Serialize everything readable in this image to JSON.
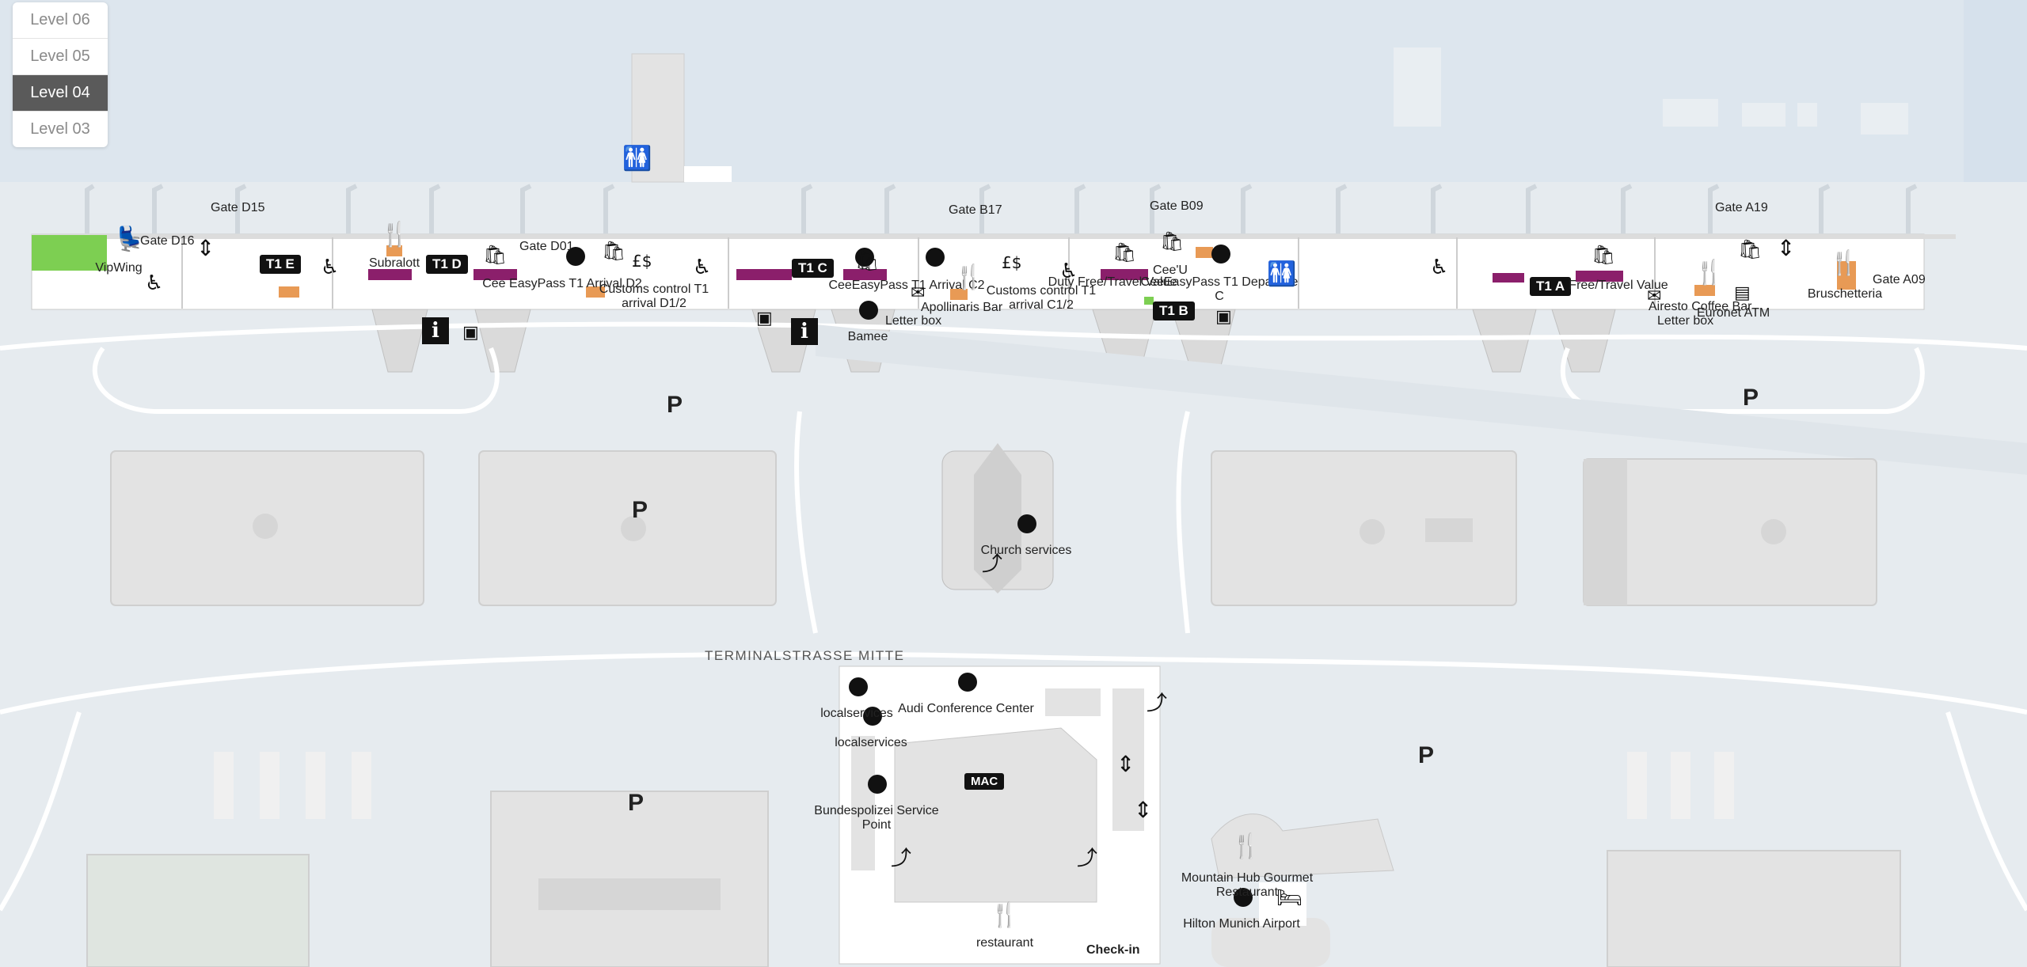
{
  "levels": [
    {
      "label": "Level 06",
      "active": false
    },
    {
      "label": "Level 05",
      "active": false
    },
    {
      "label": "Level 04",
      "active": true
    },
    {
      "label": "Level 03",
      "active": false
    }
  ],
  "gates": [
    "Gate D15",
    "Gate D16",
    "Gate D01",
    "Gate B17",
    "Gate B09",
    "Gate A19",
    "Gate A09"
  ],
  "terminals": [
    "T1 E",
    "T1 D",
    "T1 C",
    "T1 B",
    "T1 A"
  ],
  "street": "TERMINALSTRASSE MITTE",
  "parking_symbol": "P",
  "places": {
    "vipwing": "VipWing",
    "subralott": "Subralott",
    "cee_easypass_arrival_d2": "Cee EasyPass T1 Arrival D2",
    "customs_d12": "Customs control T1 arrival D1/2",
    "cee_easypass_arrival_c2": "CeeEasyPass T1 Arrival C2",
    "letter_box": "Letter box",
    "bamee": "Bamee",
    "apollinaris": "Apollinaris Bar",
    "customs_c12": "Customs control T1 arrival C1/2",
    "duty_free_1": "Duty Free/Travel Value",
    "cee_u": "Cee'U",
    "cee_easypass_departure_c": "CeeEasyPass T1 Departure C",
    "duty_free_2": "Free/Travel Value",
    "airesto": "Airesto Coffee Bar",
    "euronet": "Euronet ATM",
    "bruschetteria": "Bruschetteria",
    "church": "Church services",
    "localservices": "localservices",
    "audi": "Audi Conference Center",
    "bundespolizei": "Bundespolizei Service Point",
    "mac": "MAC",
    "restaurant": "restaurant",
    "checkin": "Check-in",
    "mountain_hub": "Mountain Hub Gourmet Restaurant",
    "hilton": "Hilton Munich Airport"
  },
  "icons": {
    "restroom": "restroom-icon",
    "restaurant": "restaurant-icon",
    "shopping": "shopping-bag-icon",
    "currency": "currency-exchange-icon",
    "wheelchair": "wheelchair-icon",
    "info": "information-icon",
    "letter": "letter-icon",
    "escalator": "escalator-icon",
    "elevator": "elevator-icon",
    "lounge": "lounge-icon",
    "departure": "departure-board-icon",
    "atm": "atm-icon",
    "hotel": "hotel-icon",
    "poi": "point-of-interest-marker"
  },
  "colors": {
    "water": "#d6e1ec",
    "ground": "#e6ebef",
    "building": "#e3e3e3",
    "road": "#ffffff",
    "terminal_floor": "#ffffff",
    "shop": "#8b1f6b",
    "food": "#e89a55",
    "lounge": "#7dcf52",
    "label": "#222222",
    "active_level": "#5a5a5a"
  }
}
